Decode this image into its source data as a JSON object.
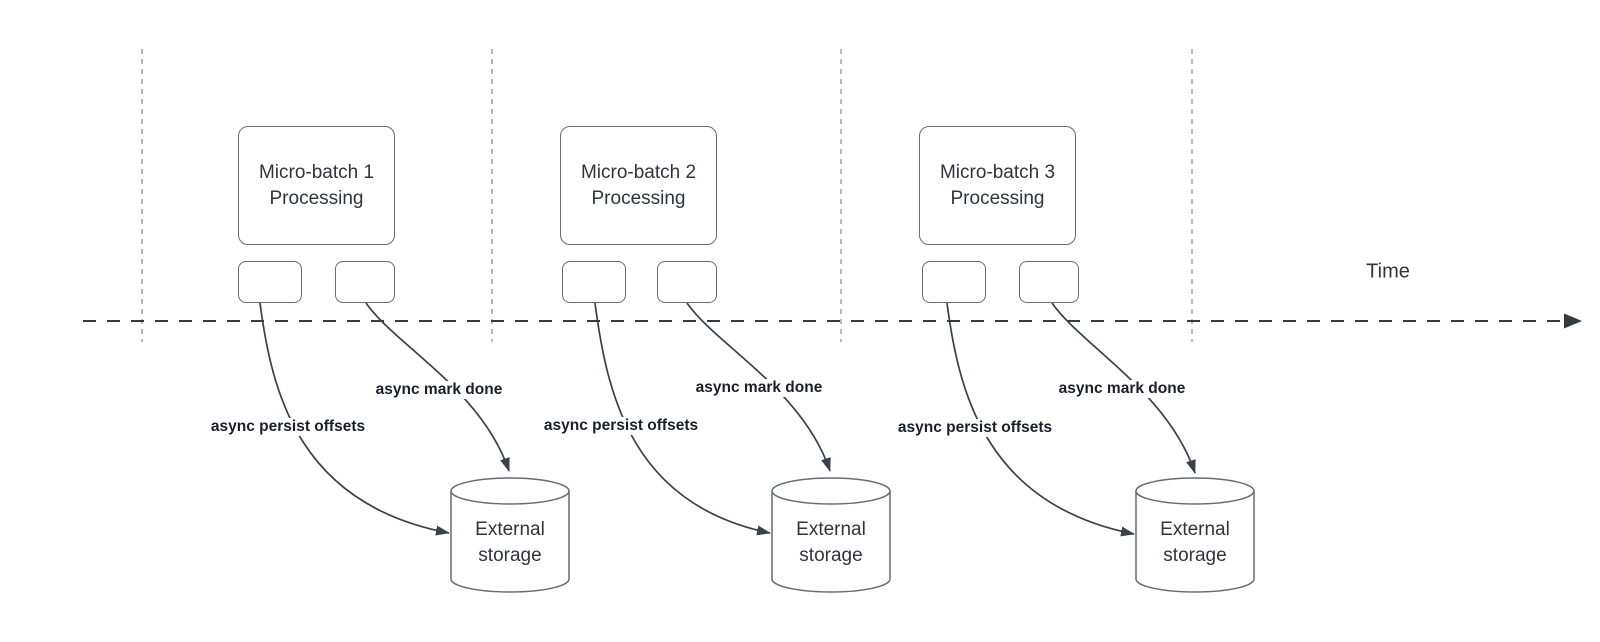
{
  "diagram": {
    "title_hint": "micro-batch async checkpointing timeline",
    "time_axis": {
      "label": "Time"
    },
    "colors": {
      "background": "#ffffff",
      "shape_stroke": "#666c72",
      "arrow_stroke": "#3a414c",
      "axis_stroke": "#343a42",
      "lane_divider_stroke": "#aeb1b5",
      "node_text": "#2f353d",
      "edge_label_text": "#1a202a"
    },
    "groups": [
      {
        "box_title": [
          "Micro-batch 1",
          "Processing"
        ],
        "persist_label": "async persist offsets",
        "mark_label": "async mark done",
        "storage_title": [
          "External",
          "storage"
        ]
      },
      {
        "box_title": [
          "Micro-batch 2",
          "Processing"
        ],
        "persist_label": "async persist offsets",
        "mark_label": "async mark done",
        "storage_title": [
          "External",
          "storage"
        ]
      },
      {
        "box_title": [
          "Micro-batch 3",
          "Processing"
        ],
        "persist_label": "async persist offsets",
        "mark_label": "async mark done",
        "storage_title": [
          "External",
          "storage"
        ]
      }
    ]
  }
}
